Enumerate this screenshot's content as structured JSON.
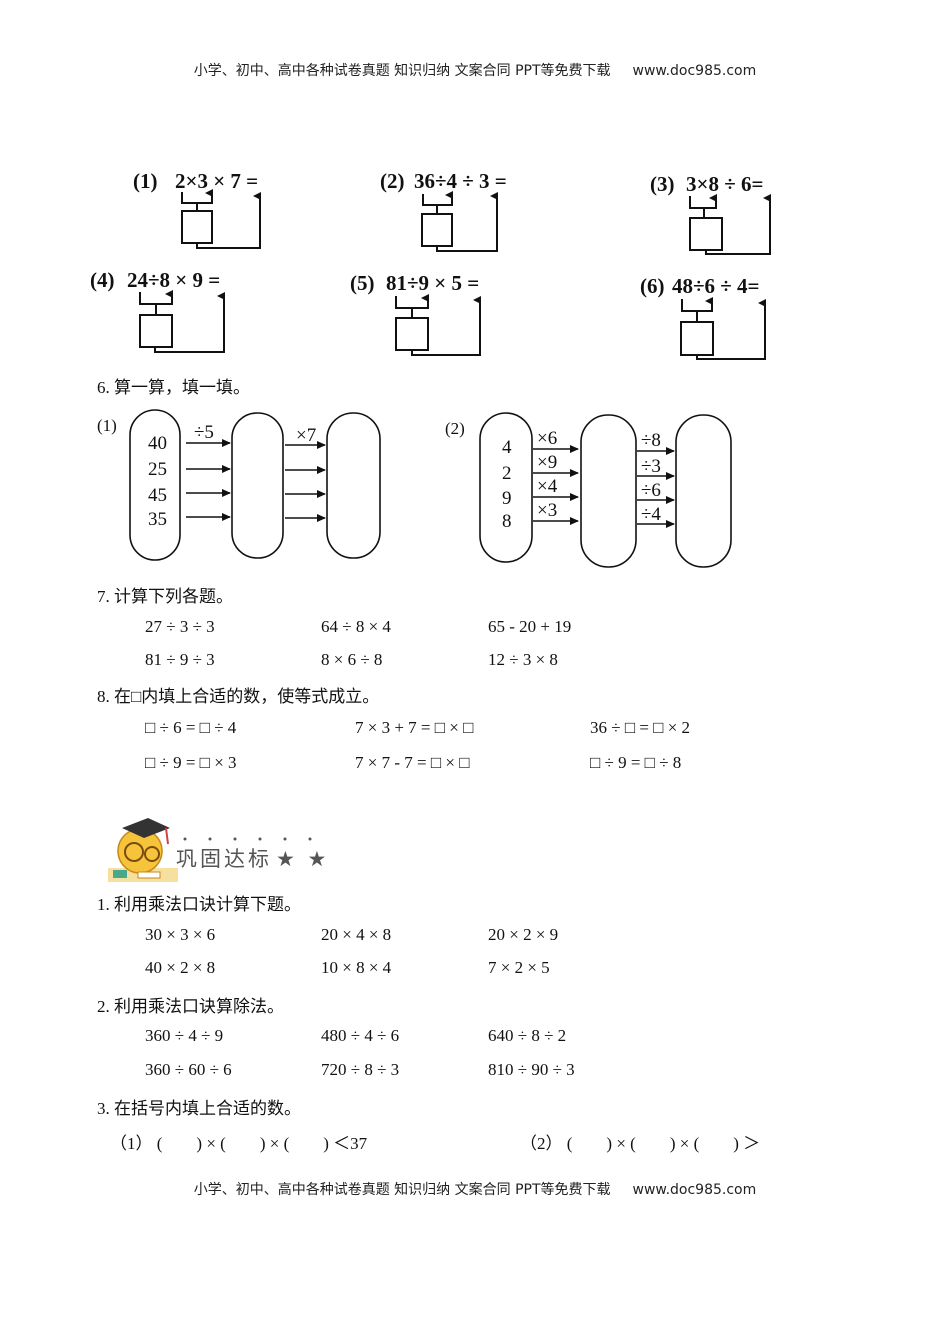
{
  "header": {
    "text": "小学、初中、高中各种试卷真题  知识归纳  文案合同  PPT等免费下载",
    "url": "www.doc985.com"
  },
  "footer": {
    "text": "小学、初中、高中各种试卷真题  知识归纳  文案合同  PPT等免费下载",
    "url": "www.doc985.com"
  },
  "diagram5": [
    {
      "label": "(1)",
      "expr": "2×3  ×  7 ="
    },
    {
      "label": "(2)",
      "expr": "36÷4  ÷  3 ="
    },
    {
      "label": "(3)",
      "expr": "3×8  ÷  6="
    },
    {
      "label": "(4)",
      "expr": "24÷8  ×  9 ="
    },
    {
      "label": "(5)",
      "expr": "81÷9  ×  5 ="
    },
    {
      "label": "(6)",
      "expr": "48÷6  ÷  4="
    }
  ],
  "q6": {
    "title": "6. 算一算，填一填。",
    "p1": {
      "label": "(1)",
      "numbers": [
        "40",
        "25",
        "45",
        "35"
      ],
      "op1": "÷5",
      "op2": "×7"
    },
    "p2": {
      "label": "(2)",
      "numbers": [
        "4",
        "2",
        "9",
        "8"
      ],
      "ops1": [
        "×6",
        "×9",
        "×4",
        "×3"
      ],
      "ops2": [
        "÷8",
        "÷3",
        "÷6",
        "÷4"
      ]
    }
  },
  "q7": {
    "title": "7. 计算下列各题。",
    "rows": [
      [
        "27 ÷ 3 ÷ 3",
        "64 ÷ 8 × 4",
        "65 - 20 + 19"
      ],
      [
        "81 ÷ 9 ÷ 3",
        "8 × 6 ÷ 8",
        "12 ÷ 3 × 8"
      ]
    ]
  },
  "q8": {
    "title": "8. 在□内填上合适的数，使等式成立。",
    "rows": [
      [
        "□ ÷ 6 = □ ÷ 4",
        "7 × 3 + 7 = □ × □",
        "36 ÷ □ = □ × 2"
      ],
      [
        "□ ÷ 9 = □ × 3",
        "7 × 7 - 7 = □ × □",
        "□ ÷ 9 = □ ÷ 8"
      ]
    ]
  },
  "section": {
    "title": "巩固达标",
    "stars": "★ ★"
  },
  "s1": {
    "title": "1. 利用乘法口诀计算下题。",
    "rows": [
      [
        "30 × 3 × 6",
        "20 × 4 × 8",
        "20 × 2 × 9"
      ],
      [
        "40 × 2 × 8",
        "10 × 8 × 4",
        "7 × 2 × 5"
      ]
    ]
  },
  "s2": {
    "title": "2. 利用乘法口诀算除法。",
    "rows": [
      [
        "360 ÷ 4 ÷ 9",
        "480 ÷ 4 ÷ 6",
        "640 ÷ 8 ÷ 2"
      ],
      [
        "360 ÷ 60 ÷ 6",
        "720 ÷ 8 ÷ 3",
        "810 ÷ 90 ÷ 3"
      ]
    ]
  },
  "s3": {
    "title": "3. 在括号内填上合适的数。",
    "p1": "（1） (        ) × (        ) × (        ) ＜37",
    "p2": "（2） (        ) × (        ) × (        ) ＞"
  }
}
